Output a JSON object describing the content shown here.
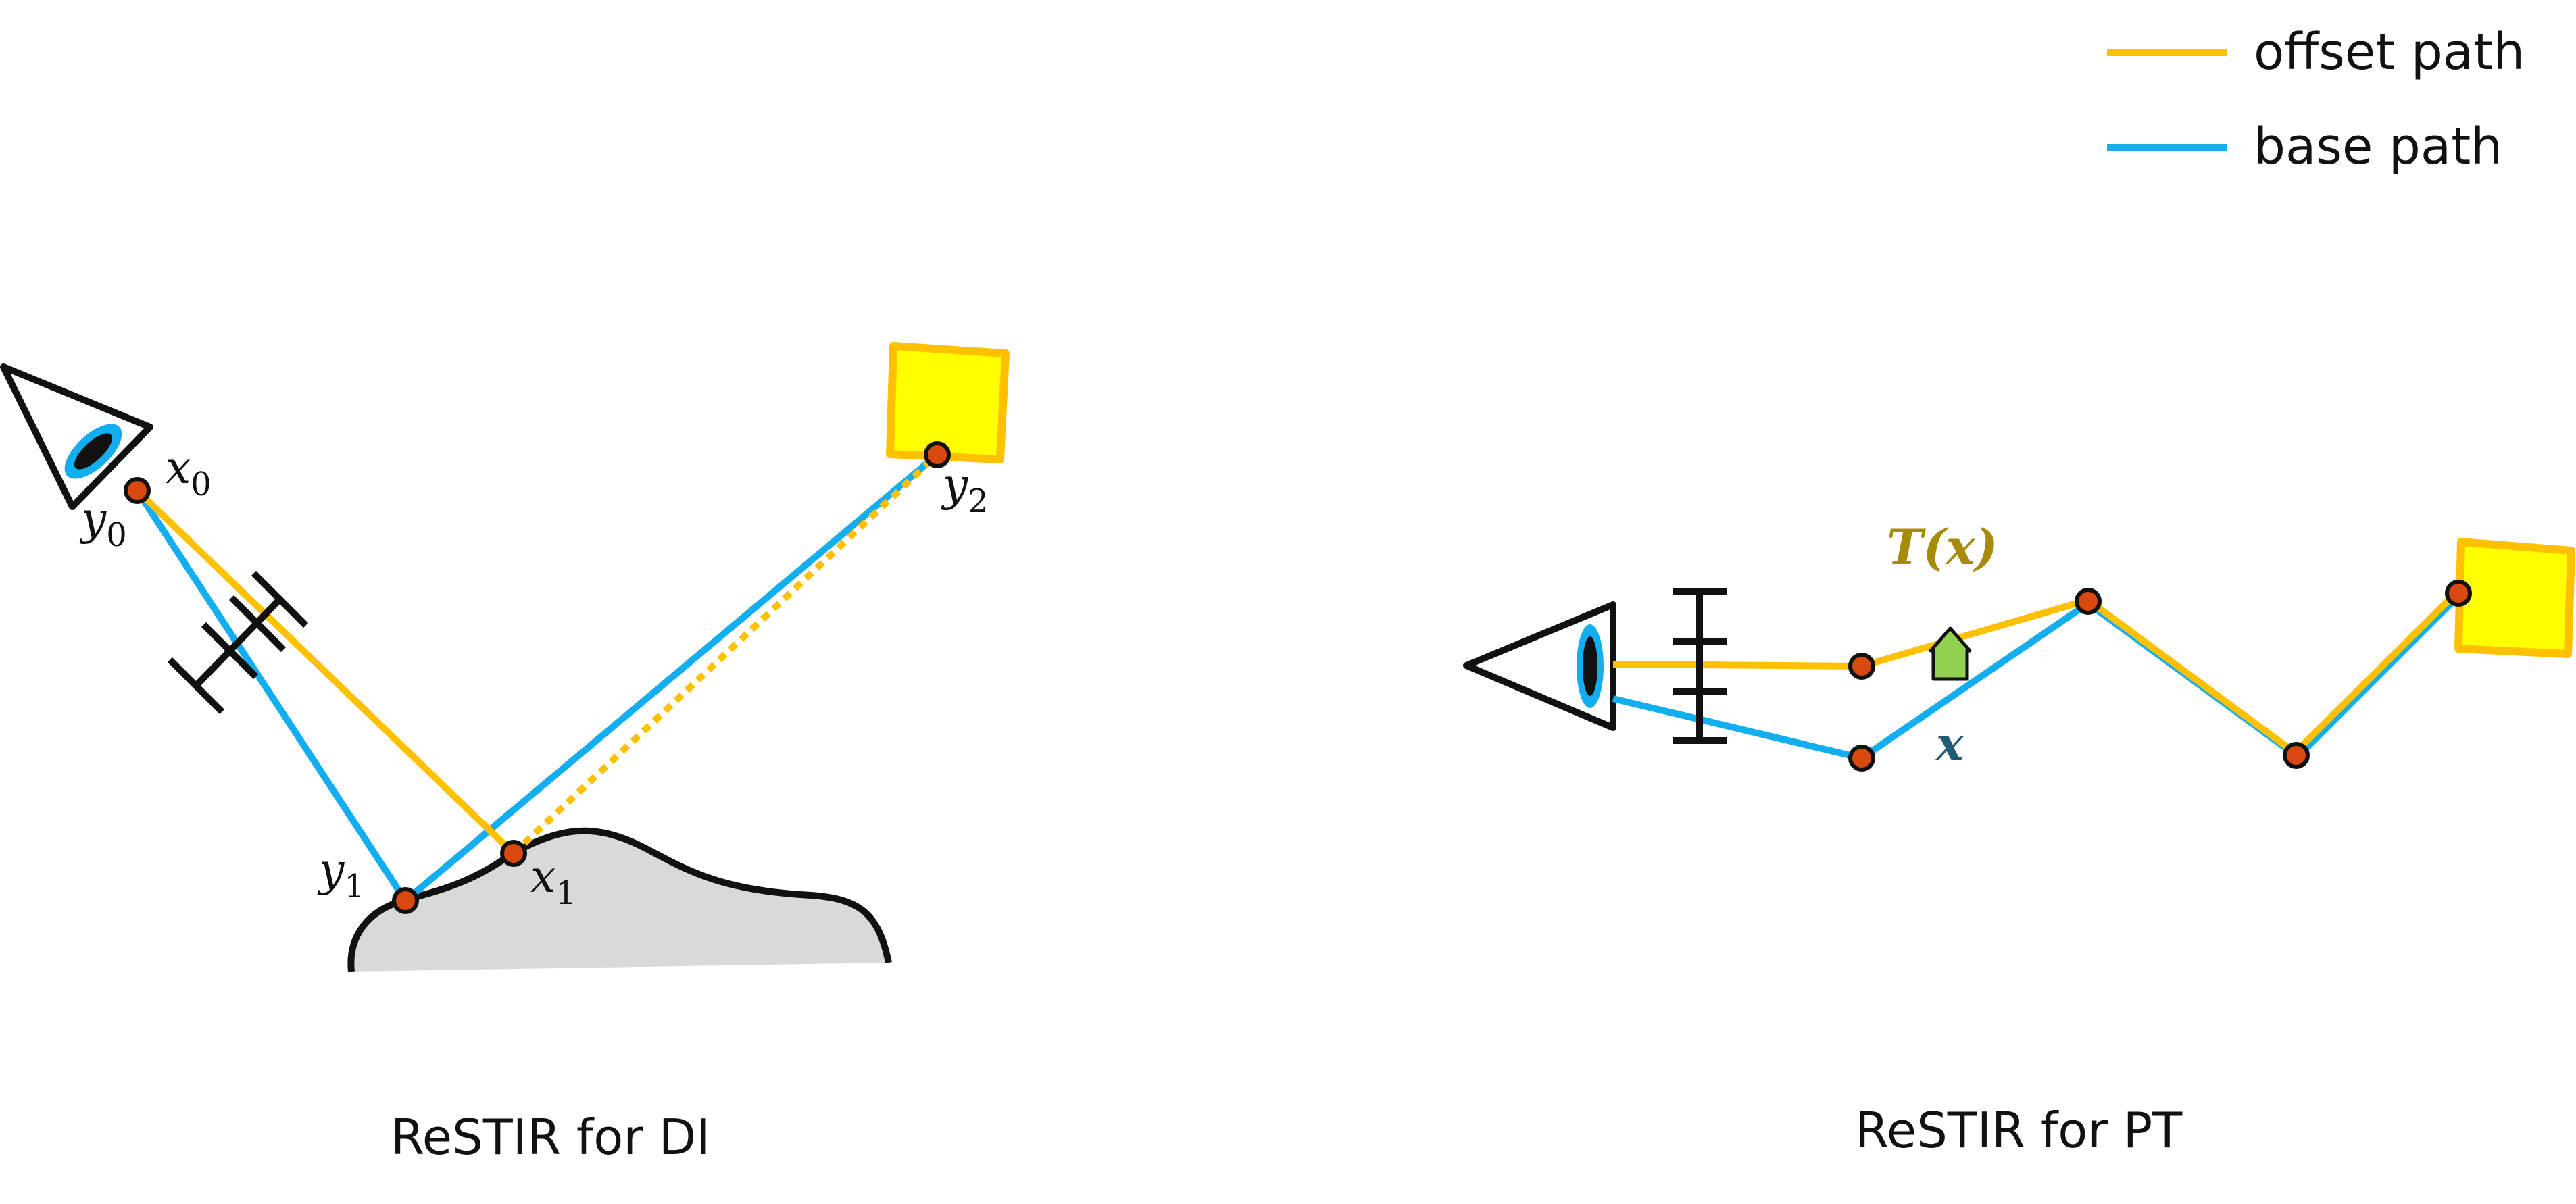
{
  "legend": {
    "offset": {
      "label": "offset path",
      "color": "#FFC000"
    },
    "base": {
      "label": "base path",
      "color": "#12AEEF"
    }
  },
  "colors": {
    "vertex_fill": "#D9480F",
    "light_fill": "#FFFF00",
    "light_stroke": "#FFC000",
    "surface_fill": "#D9D9D9",
    "arrow_fill": "#92D050",
    "eye_iris": "#12AEEF",
    "target_label": "#A78A0A",
    "path_label": "#1F5C73"
  },
  "di": {
    "caption": "ReSTIR for DI",
    "labels": {
      "x0": {
        "base": "x",
        "sub": "0"
      },
      "y0": {
        "base": "y",
        "sub": "0"
      },
      "x1": {
        "base": "x",
        "sub": "1"
      },
      "y1": {
        "base": "y",
        "sub": "1"
      },
      "y2": {
        "base": "y",
        "sub": "2"
      }
    }
  },
  "pt": {
    "caption": "ReSTIR for PT",
    "target_label": "T(x)",
    "path_label": "x"
  }
}
